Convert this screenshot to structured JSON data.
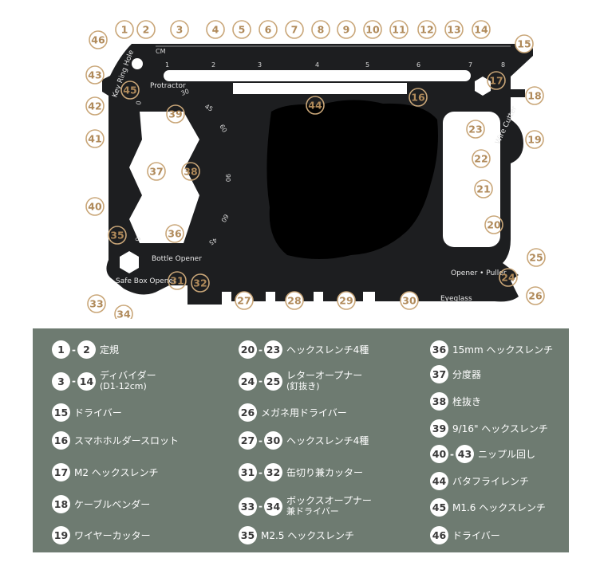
{
  "photo": {
    "ruler_unit": "CM",
    "ruler_ticks": [
      "1",
      "2",
      "3",
      "4",
      "5",
      "6",
      "7",
      "8"
    ],
    "text_labels": {
      "key_ring_hole": "Key Ring Hole",
      "protractor": "Protractor",
      "bottle_opener": "Bottle Opener",
      "safe_box_opener": "Safe Box Opener",
      "wire_cutter": "Wire Cutter",
      "opener_puller": "Opener • Puller",
      "eyeglass": "Eyeglass"
    },
    "protractor_ticks": [
      "30",
      "45",
      "60",
      "90",
      "60",
      "45",
      "0",
      "0"
    ],
    "callouts": [
      "1",
      "2",
      "3",
      "4",
      "5",
      "6",
      "7",
      "8",
      "9",
      "10",
      "11",
      "12",
      "13",
      "14",
      "15",
      "16",
      "17",
      "18",
      "19",
      "20",
      "21",
      "22",
      "23",
      "24",
      "25",
      "26",
      "27",
      "28",
      "29",
      "30",
      "31",
      "32",
      "33",
      "34",
      "35",
      "36",
      "37",
      "38",
      "39",
      "40",
      "41",
      "42",
      "43",
      "44",
      "45",
      "46"
    ]
  },
  "legend": {
    "col1": [
      {
        "a": "1",
        "b": "2",
        "lines": [
          "定規"
        ]
      },
      {
        "a": "3",
        "b": "14",
        "lines": [
          "ディバイダー",
          "(D1-12cm)"
        ]
      },
      {
        "a": "15",
        "lines": [
          "ドライバー"
        ]
      },
      {
        "a": "16",
        "lines": [
          "スマホホルダースロット"
        ]
      },
      {
        "a": "17",
        "lines": [
          "M2 ヘックスレンチ"
        ]
      },
      {
        "a": "18",
        "lines": [
          "ケーブルベンダー"
        ]
      },
      {
        "a": "19",
        "lines": [
          "ワイヤーカッター"
        ]
      }
    ],
    "col2": [
      {
        "a": "20",
        "b": "23",
        "lines": [
          "ヘックスレンチ4種"
        ]
      },
      {
        "a": "24",
        "b": "25",
        "lines": [
          "レターオープナー",
          "(釘抜き)"
        ]
      },
      {
        "a": "26",
        "lines": [
          "メガネ用ドライバー"
        ]
      },
      {
        "a": "27",
        "b": "30",
        "lines": [
          "ヘックスレンチ4種"
        ]
      },
      {
        "a": "31",
        "b": "32",
        "lines": [
          "缶切り兼カッター"
        ]
      },
      {
        "a": "33",
        "b": "34",
        "lines": [
          "ボックスオープナー",
          "兼ドライバー"
        ]
      },
      {
        "a": "35",
        "lines": [
          "M2.5 ヘックスレンチ"
        ]
      }
    ],
    "col3": [
      {
        "a": "36",
        "lines": [
          "15mm ヘックスレンチ"
        ]
      },
      {
        "a": "37",
        "lines": [
          "分度器"
        ]
      },
      {
        "a": "38",
        "lines": [
          "栓抜き"
        ]
      },
      {
        "a": "39",
        "lines": [
          "9/16\" ヘックスレンチ"
        ]
      },
      {
        "a": "40",
        "b": "43",
        "lines": [
          "ニップル回し"
        ]
      },
      {
        "a": "44",
        "lines": [
          "バタフライレンチ"
        ]
      },
      {
        "a": "45",
        "lines": [
          "M1.6 ヘックスレンチ"
        ]
      },
      {
        "a": "46",
        "lines": [
          "ドライバー"
        ]
      }
    ]
  }
}
